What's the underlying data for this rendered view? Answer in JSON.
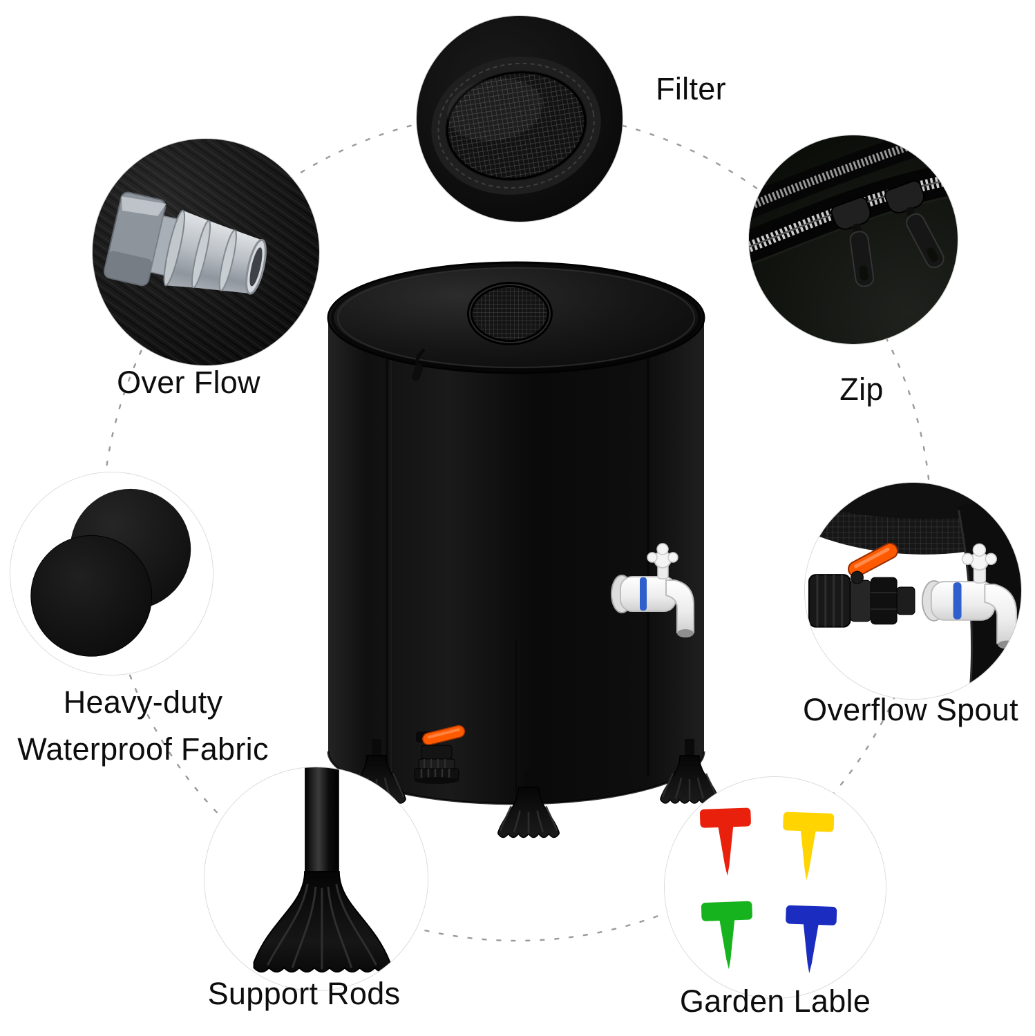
{
  "callouts": {
    "filter": {
      "label": "Filter"
    },
    "over_flow": {
      "label": "Over Flow"
    },
    "zip": {
      "label": "Zip"
    },
    "fabric": {
      "line1": "Heavy-duty",
      "line2": "Waterproof Fabric"
    },
    "overflow_spout": {
      "label": "Overflow Spout"
    },
    "support_rods": {
      "label": "Support Rods"
    },
    "garden_label": {
      "label": "Garden Lable"
    }
  },
  "colors": {
    "spigot_accent": "#2e5fcc",
    "valve_orange": "#ff5a00",
    "garden_markers": {
      "red": "#e8200c",
      "yellow": "#ffd400",
      "green": "#17b31e",
      "blue": "#1a2dc0"
    }
  }
}
